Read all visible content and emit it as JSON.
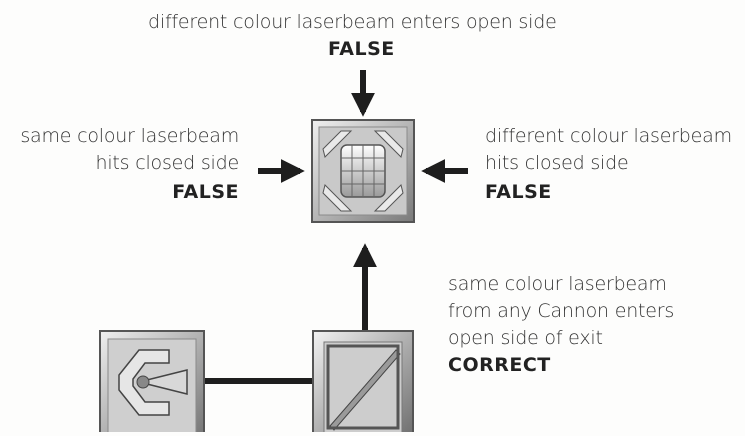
{
  "top": {
    "line1": "different colour laserbeam enters open side",
    "verdict": "FALSE"
  },
  "left": {
    "line1": "same colour laserbeam",
    "line2": "hits closed side",
    "verdict": "FALSE"
  },
  "right": {
    "line1": "different colour laserbeam",
    "line2": "hits closed side",
    "verdict": "FALSE"
  },
  "bottom_right": {
    "line1": "same colour laserbeam",
    "line2": "from any Cannon enters",
    "line3": "open side of exit",
    "verdict": "CORRECT"
  },
  "colors": {
    "beam": "#1e1e1e",
    "tile_light": "#dcdcdc",
    "tile_dark": "#6e6e6e"
  },
  "icons": {
    "receiver": "receiver-block-icon",
    "cannon": "laser-cannon-icon",
    "mirror": "mirror-block-icon"
  }
}
